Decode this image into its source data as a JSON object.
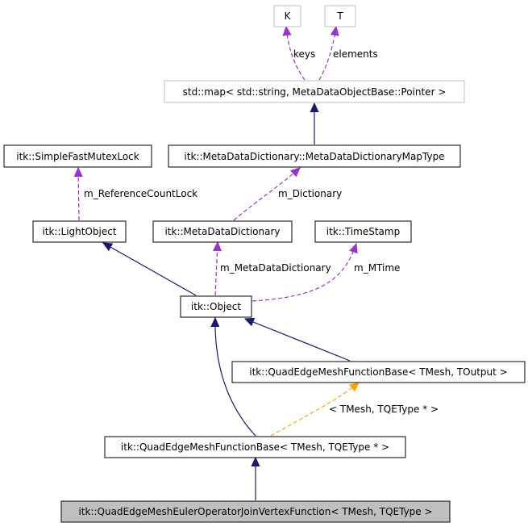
{
  "nodes": {
    "K": "K",
    "T": "T",
    "map": "std::map< std::string, MetaDataObjectBase::Pointer >",
    "mutex": "itk::SimpleFastMutexLock",
    "dictmaptype": "itk::MetaDataDictionary::MetaDataDictionaryMapType",
    "lightobject": "itk::LightObject",
    "dictionary": "itk::MetaDataDictionary",
    "timestamp": "itk::TimeStamp",
    "object": "itk::Object",
    "funcbase_out": "itk::QuadEdgeMeshFunctionBase< TMesh, TOutput >",
    "funcbase_qe": "itk::QuadEdgeMeshFunctionBase< TMesh, TQEType * >",
    "joinvertex": "itk::QuadEdgeMeshEulerOperatorJoinVertexFunction< TMesh, TQEType >"
  },
  "edge_labels": {
    "keys": "keys",
    "elements": "elements",
    "m_dictionary": "m_Dictionary",
    "m_refcountlock": "m_ReferenceCountLock",
    "m_metadatadictionary": "m_MetaDataDictionary",
    "m_mtime": "m_MTime",
    "template_args": "< TMesh, TQEType * >"
  },
  "colors": {
    "inheritance_edge": "#191970",
    "member_edge": "#9a32cd",
    "template_edge": "#ffa500",
    "highlight_fill": "#bfbfbf"
  }
}
